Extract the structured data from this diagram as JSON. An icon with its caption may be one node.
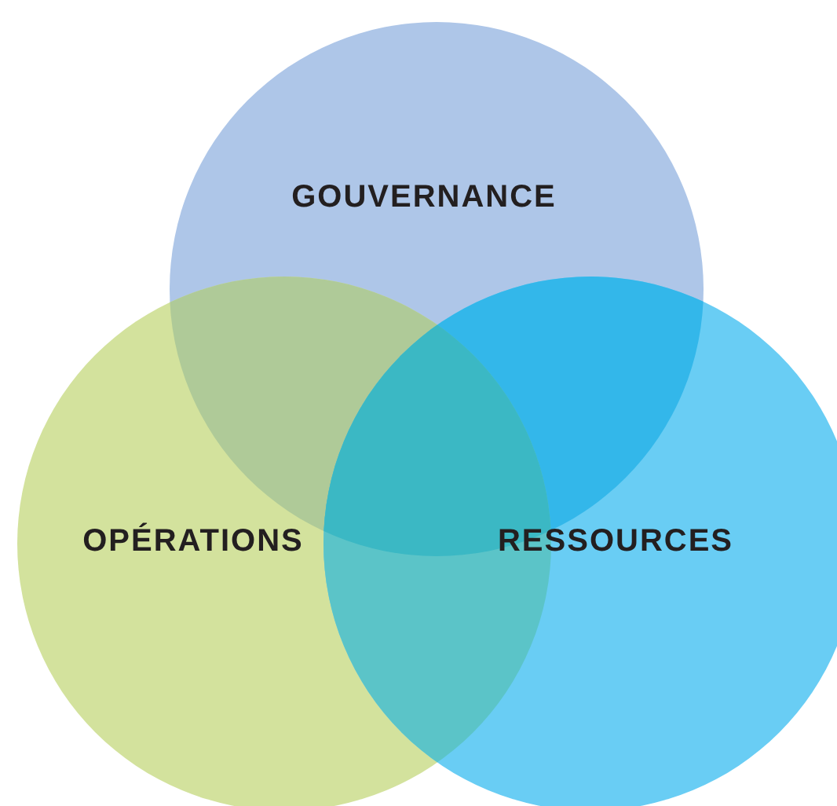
{
  "diagram": {
    "nodes": [
      {
        "text": [
          "GOUVERNANCE"
        ]
      },
      {
        "text": [
          "OPÉRATIONS"
        ]
      },
      {
        "text": [
          "RESSOURCES"
        ]
      }
    ]
  }
}
